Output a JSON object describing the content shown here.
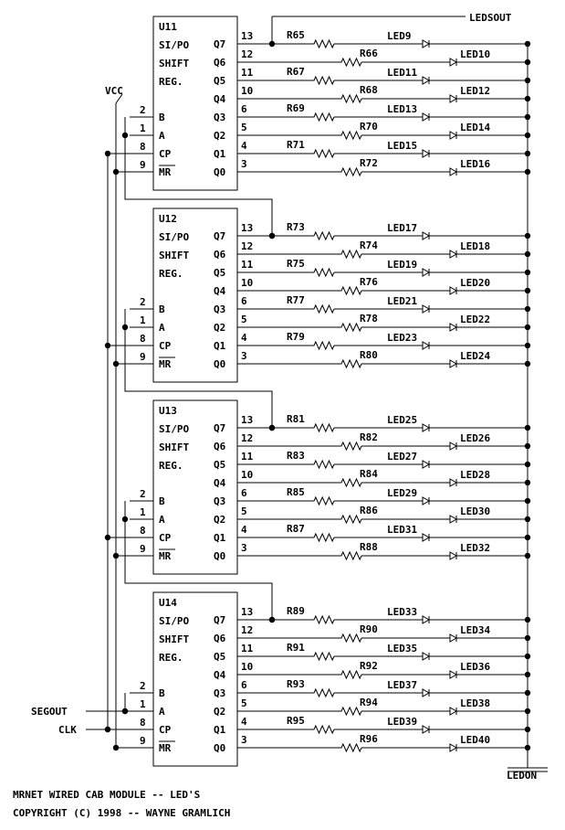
{
  "title_lines": [
    "MRNET WIRED CAB MODULE -- LED'S",
    "COPYRIGHT (C) 1998 -- WAYNE GRAMLICH"
  ],
  "nets": {
    "ledsout": "LEDSOUT",
    "vcc": "VCC",
    "segout": "SEGOUT",
    "clk": "CLK",
    "ledon": "LEDON"
  },
  "chip_labels": {
    "function": [
      "SI/PO",
      "SHIFT",
      "REG."
    ],
    "left_pins": [
      {
        "num": "2",
        "name": "B"
      },
      {
        "num": "1",
        "name": "A"
      },
      {
        "num": "8",
        "name": "CP"
      },
      {
        "num": "9",
        "name": "MR"
      }
    ],
    "right_pins": [
      {
        "num": "13",
        "name": "Q7"
      },
      {
        "num": "12",
        "name": "Q6"
      },
      {
        "num": "11",
        "name": "Q5"
      },
      {
        "num": "10",
        "name": "Q4"
      },
      {
        "num": "6",
        "name": "Q3"
      },
      {
        "num": "5",
        "name": "Q2"
      },
      {
        "num": "4",
        "name": "Q1"
      },
      {
        "num": "3",
        "name": "Q0"
      }
    ]
  },
  "chips": [
    {
      "ref": "U11",
      "resistors": [
        "R65",
        "R66",
        "R67",
        "R68",
        "R69",
        "R70",
        "R71",
        "R72"
      ],
      "leds": [
        "LED9",
        "LED10",
        "LED11",
        "LED12",
        "LED13",
        "LED14",
        "LED15",
        "LED16"
      ]
    },
    {
      "ref": "U12",
      "resistors": [
        "R73",
        "R74",
        "R75",
        "R76",
        "R77",
        "R78",
        "R79",
        "R80"
      ],
      "leds": [
        "LED17",
        "LED18",
        "LED19",
        "LED20",
        "LED21",
        "LED22",
        "LED23",
        "LED24"
      ]
    },
    {
      "ref": "U13",
      "resistors": [
        "R81",
        "R82",
        "R83",
        "R84",
        "R85",
        "R86",
        "R87",
        "R88"
      ],
      "leds": [
        "LED25",
        "LED26",
        "LED27",
        "LED28",
        "LED29",
        "LED30",
        "LED31",
        "LED32"
      ]
    },
    {
      "ref": "U14",
      "resistors": [
        "R89",
        "R90",
        "R91",
        "R92",
        "R93",
        "R94",
        "R95",
        "R96"
      ],
      "leds": [
        "LED33",
        "LED34",
        "LED35",
        "LED36",
        "LED37",
        "LED38",
        "LED39",
        "LED40"
      ]
    }
  ]
}
